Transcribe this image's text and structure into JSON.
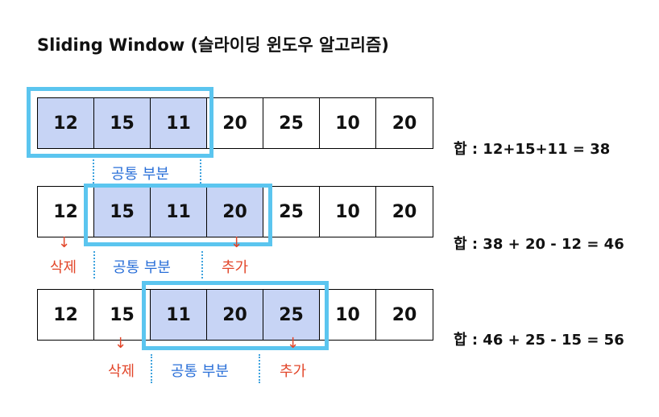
{
  "title": "Sliding Window (슬라이딩 윈도우 알고리즘)",
  "rows": [
    {
      "values": [
        "12",
        "15",
        "11",
        "20",
        "25",
        "10",
        "20"
      ],
      "window": [
        0,
        2
      ],
      "sum_text": "합 : 12+15+11 = 38",
      "common_label": "공통 부분"
    },
    {
      "values": [
        "12",
        "15",
        "11",
        "20",
        "25",
        "10",
        "20"
      ],
      "window": [
        1,
        3
      ],
      "sum_text": "합 : 38 + 20 - 12 = 46",
      "common_label": "공통 부분",
      "delete_label": "삭제",
      "add_label": "추가"
    },
    {
      "values": [
        "12",
        "15",
        "11",
        "20",
        "25",
        "10",
        "20"
      ],
      "window": [
        2,
        4
      ],
      "sum_text": "합 : 46 + 25 - 15 = 56",
      "common_label": "공통 부분",
      "delete_label": "삭제",
      "add_label": "추가"
    }
  ],
  "colors": {
    "window_border": "#5bc5ef",
    "window_fill": "#c7d4f5",
    "common_text": "#2a6fd8",
    "delete_add_text": "#e2462a"
  },
  "icons": {
    "delete_arrow": "down-arrow-icon",
    "add_arrow": "down-arrow-icon"
  }
}
